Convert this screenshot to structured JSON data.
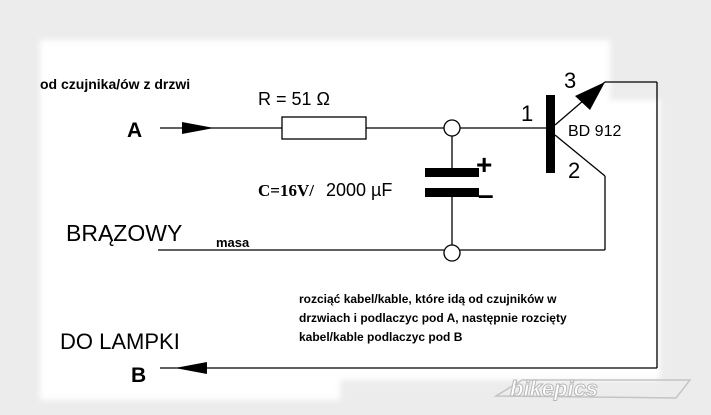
{
  "labels": {
    "sensor_source": "od czujnika/ów z drzwi",
    "input_a": "A",
    "resistor": "R = 51 Ω",
    "capacitor_voltage": "C=16V/",
    "capacitor_value": "2000 µF",
    "plus_sign": "+",
    "minus_sign": "–",
    "ground_wire": "BRĄZOWY",
    "ground_subscript": "masa",
    "transistor_model": "BD 912",
    "pin_1": "1",
    "pin_2": "2",
    "pin_3": "3",
    "lamp_output": "DO LAMPKI",
    "output_b": "B",
    "watermark": "bikepics"
  },
  "instructions": {
    "line_1": "rozciąć kabel/kable, które idą od czujników w",
    "line_2": "drzwiach i podlaczyc pod A, następnie rozcięty",
    "line_3": "kabel/kable podlaczyc pod B"
  },
  "colors": {
    "background": "#ececec",
    "white_patch": "#ffffff",
    "line": "#000000",
    "watermark": "#b8b8b8"
  }
}
